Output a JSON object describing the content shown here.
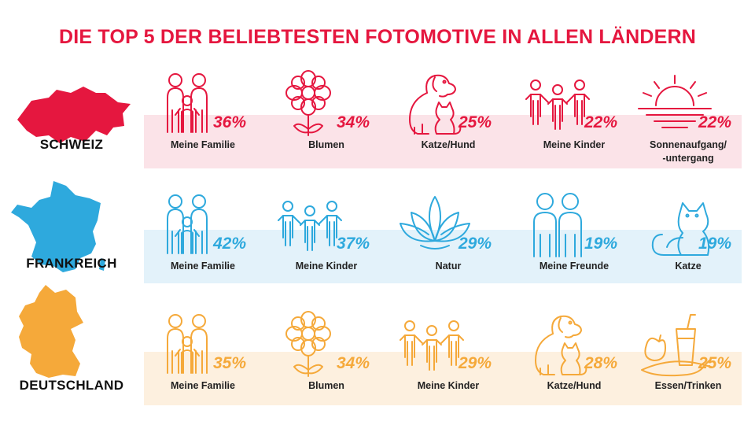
{
  "title": "DIE TOP 5 DER BELIEBTESTEN FOTOMOTIVE IN ALLEN LÄNDERN",
  "colors": {
    "title": "#e5173f",
    "schweiz": "#e5173f",
    "schweiz_band": "#fbe3e8",
    "frankreich": "#2ea9dd",
    "frankreich_band": "#e3f2fa",
    "deutschland": "#f5a93a",
    "deutschland_band": "#fdf0df"
  },
  "chart_data": {
    "type": "table",
    "title": "DIE TOP 5 DER BELIEBTESTEN FOTOMOTIVE IN ALLEN LÄNDERN",
    "unit": "%",
    "countries": [
      {
        "name": "SCHWEIZ",
        "color": "#e5173f",
        "band": "#fbe3e8",
        "map_icon": "switzerland-map-icon",
        "items": [
          {
            "label": "Meine Familie",
            "value": 36,
            "value_label": "36%",
            "icon": "family-icon"
          },
          {
            "label": "Blumen",
            "value": 34,
            "value_label": "34%",
            "icon": "flower-icon"
          },
          {
            "label": "Katze/Hund",
            "value": 25,
            "value_label": "25%",
            "icon": "cat-dog-icon"
          },
          {
            "label": "Meine Kinder",
            "value": 22,
            "value_label": "22%",
            "icon": "children-icon"
          },
          {
            "label": "Sonnenaufgang/\n-untergang",
            "value": 22,
            "value_label": "22%",
            "icon": "sunset-icon"
          }
        ]
      },
      {
        "name": "FRANKREICH",
        "color": "#2ea9dd",
        "band": "#e3f2fa",
        "map_icon": "france-map-icon",
        "items": [
          {
            "label": "Meine Familie",
            "value": 42,
            "value_label": "42%",
            "icon": "family-icon"
          },
          {
            "label": "Meine Kinder",
            "value": 37,
            "value_label": "37%",
            "icon": "children-icon"
          },
          {
            "label": "Natur",
            "value": 29,
            "value_label": "29%",
            "icon": "lotus-icon"
          },
          {
            "label": "Meine Freunde",
            "value": 19,
            "value_label": "19%",
            "icon": "friends-icon"
          },
          {
            "label": "Katze",
            "value": 19,
            "value_label": "19%",
            "icon": "cat-icon"
          }
        ]
      },
      {
        "name": "DEUTSCHLAND",
        "color": "#f5a93a",
        "band": "#fdf0df",
        "map_icon": "germany-map-icon",
        "items": [
          {
            "label": "Meine Familie",
            "value": 35,
            "value_label": "35%",
            "icon": "family-icon"
          },
          {
            "label": "Blumen",
            "value": 34,
            "value_label": "34%",
            "icon": "flower-icon"
          },
          {
            "label": "Meine Kinder",
            "value": 29,
            "value_label": "29%",
            "icon": "children-icon"
          },
          {
            "label": "Katze/Hund",
            "value": 28,
            "value_label": "28%",
            "icon": "cat-dog-icon"
          },
          {
            "label": "Essen/Trinken",
            "value": 25,
            "value_label": "25%",
            "icon": "food-drink-icon"
          }
        ]
      }
    ]
  }
}
